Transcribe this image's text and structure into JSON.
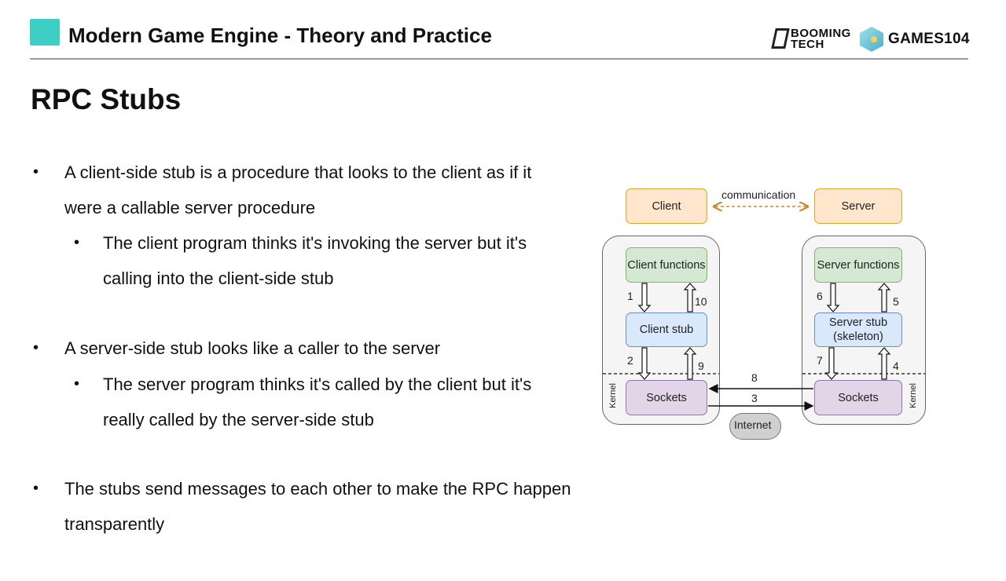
{
  "header": {
    "title": "Modern Game Engine - Theory and Practice",
    "logo_booming": "BOOMING TECH",
    "booming_line1": "BOOMING",
    "booming_line2": "TECH",
    "logo_games": "GAMES104"
  },
  "slide": {
    "title": "RPC Stubs",
    "bullets": [
      {
        "text": "A client-side stub is a procedure that looks to the client as if it were a callable server procedure",
        "sub": "The client program thinks it's invoking the server but it's calling into the client-side stub"
      },
      {
        "text": "A server-side stub looks like a caller to the server",
        "sub": "The server program thinks it's called by the client but it's really called by the server-side stub"
      },
      {
        "text": "The stubs send messages to each other to make the RPC happen transparently"
      }
    ],
    "bullet_char": "•"
  },
  "diagram": {
    "client": "Client",
    "server": "Server",
    "communication": "communication",
    "client_functions": "Client functions",
    "client_stub": "Client stub",
    "client_sockets": "Sockets",
    "server_functions": "Server functions",
    "server_stub_l1": "Server stub",
    "server_stub_l2": "(skeleton)",
    "server_sockets": "Sockets",
    "kernel": "Kernel",
    "internet": "Internet",
    "steps": [
      "1",
      "2",
      "3",
      "4",
      "5",
      "6",
      "7",
      "8",
      "9",
      "10"
    ],
    "colors": {
      "orange": "#ffe6cc",
      "green": "#d5e8d4",
      "blue": "#dae8fc",
      "purple": "#e1d5e7",
      "arrow_dashed": "#c88a2a"
    }
  }
}
